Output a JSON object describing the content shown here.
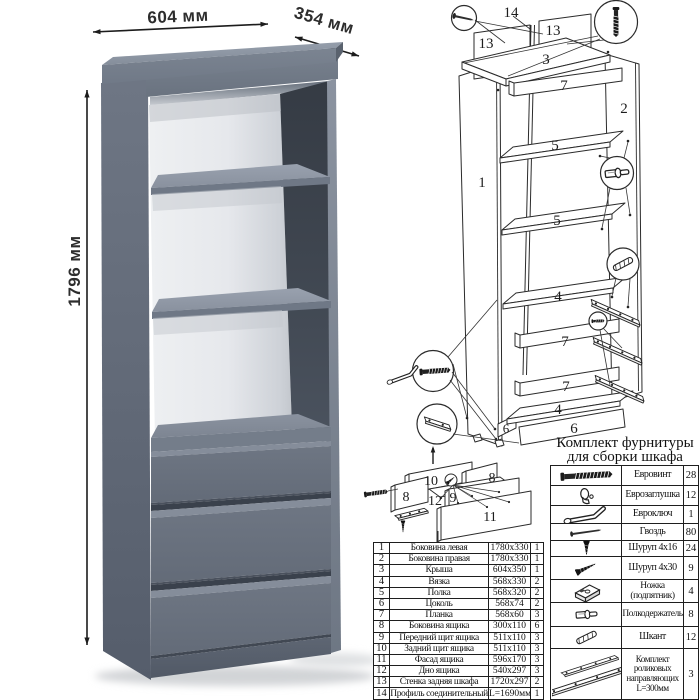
{
  "meta": {
    "background": "#ffffff",
    "line_color": "#2b2b2b",
    "cabinet_color": "#6b7380"
  },
  "dimensions": {
    "width": "604 мм",
    "depth": "354 мм",
    "height": "1796 мм"
  },
  "diagram": {
    "labels": [
      "13",
      "14",
      "13",
      "3",
      "7",
      "2",
      "1",
      "5",
      "5",
      "4",
      "7",
      "7",
      "4",
      "6",
      "6",
      "10",
      "8",
      "8",
      "12",
      "9",
      "11"
    ]
  },
  "parts": {
    "rows": [
      {
        "num": "1",
        "name": "Боковина левая",
        "size": "1780x330",
        "qty": "1"
      },
      {
        "num": "2",
        "name": "Боковина правая",
        "size": "1780x330",
        "qty": "1"
      },
      {
        "num": "3",
        "name": "Крыша",
        "size": "604x350",
        "qty": "1"
      },
      {
        "num": "4",
        "name": "Вязка",
        "size": "568x330",
        "qty": "2"
      },
      {
        "num": "5",
        "name": "Полка",
        "size": "568x320",
        "qty": "2"
      },
      {
        "num": "6",
        "name": "Цоколь",
        "size": "568x74",
        "qty": "2"
      },
      {
        "num": "7",
        "name": "Планка",
        "size": "568x60",
        "qty": "3"
      },
      {
        "num": "8",
        "name": "Боковина ящика",
        "size": "300x110",
        "qty": "6"
      },
      {
        "num": "9",
        "name": "Передний щит ящика",
        "size": "511x110",
        "qty": "3"
      },
      {
        "num": "10",
        "name": "Задний щит ящика",
        "size": "511x110",
        "qty": "3"
      },
      {
        "num": "11",
        "name": "Фасад ящика",
        "size": "596x170",
        "qty": "3"
      },
      {
        "num": "12",
        "name": "Дно ящика",
        "size": "540x297",
        "qty": "3"
      },
      {
        "num": "13",
        "name": "Стенка задняя шкафа",
        "size": "1720x297",
        "qty": "2"
      },
      {
        "num": "14",
        "name": "Профиль соединительный",
        "size": "L=1690мм",
        "qty": "1"
      }
    ]
  },
  "hardware": {
    "title": "Комплект фурнитуры для сборки шкафа",
    "items": [
      {
        "icon": "confirmat-screw-icon",
        "name": "Евровинт",
        "qty": "28"
      },
      {
        "icon": "cap-plug-icon",
        "name": "Еврозаглушка",
        "qty": "12"
      },
      {
        "icon": "hex-key-icon",
        "name": "Евроключ",
        "qty": "1"
      },
      {
        "icon": "nail-icon",
        "name": "Гвоздь",
        "qty": "80"
      },
      {
        "icon": "screw-4x16-icon",
        "name": "Шуруп 4x16",
        "qty": "24"
      },
      {
        "icon": "screw-4x30-icon",
        "name": "Шуруп 4x30",
        "qty": "9"
      },
      {
        "icon": "foot-glide-icon",
        "name": "Ножка (подпятник)",
        "qty": "4"
      },
      {
        "icon": "shelf-pin-icon",
        "name": "Полкодержатель",
        "qty": "8"
      },
      {
        "icon": "dowel-icon",
        "name": "Шкант",
        "qty": "12"
      },
      {
        "icon": "roller-slides-icon",
        "name": "Комплект роликовых направляющих L=300мм",
        "qty": "3"
      }
    ]
  }
}
